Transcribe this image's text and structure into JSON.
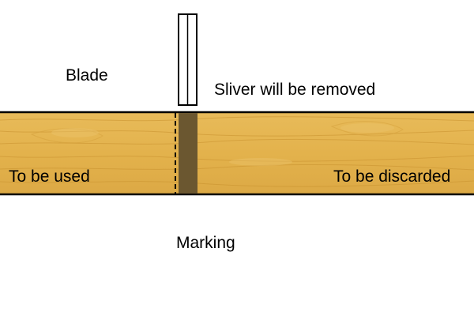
{
  "labels": {
    "blade": "Blade",
    "sliver": "Sliver will be removed",
    "used": "To be used",
    "discarded": "To be discarded",
    "marking": "Marking"
  },
  "colors": {
    "wood_base": "#e3b24c",
    "wood_light": "#ecc36a",
    "wood_grain": "#c9922f",
    "kerf": "#6b5730",
    "outline": "#000000",
    "blade_fill": "#ffffff"
  }
}
